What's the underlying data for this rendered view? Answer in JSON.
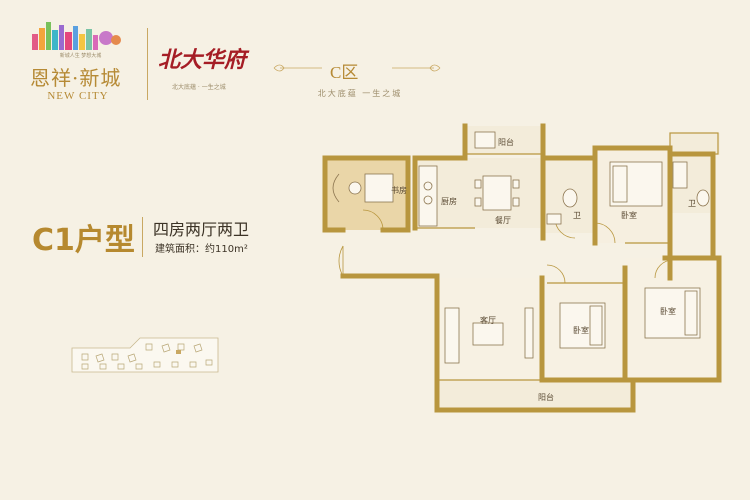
{
  "logo": {
    "slogan": "新城人生 梦想大城",
    "name_cn": "恩祥·新城",
    "name_en": "NEW CITY"
  },
  "brand": {
    "name_cn": "北大华府",
    "subtitle": "北大底蕴 · 一生之城"
  },
  "zone": {
    "title": "C区",
    "subtitle": "北大底蕴  一生之城"
  },
  "unit": {
    "type": "C1户型",
    "rooms": "四房两厅两卫",
    "area": "建筑面积：约110m²"
  },
  "rooms": {
    "balcony_top": "阳台",
    "study": "书房",
    "kitchen": "厨房",
    "dining": "餐厅",
    "bath1": "卫",
    "bedroom1": "卧室",
    "bath2": "卫",
    "living": "客厅",
    "bedroom2": "卧室",
    "bedroom3": "卧室",
    "balcony_bottom": "阳台"
  },
  "colors": {
    "wall": "#b8963e",
    "floor_wood": "#ead6a8",
    "floor_tile": "#f3ecda",
    "accent_gold": "#b68a35",
    "brand_red": "#a51d25"
  }
}
